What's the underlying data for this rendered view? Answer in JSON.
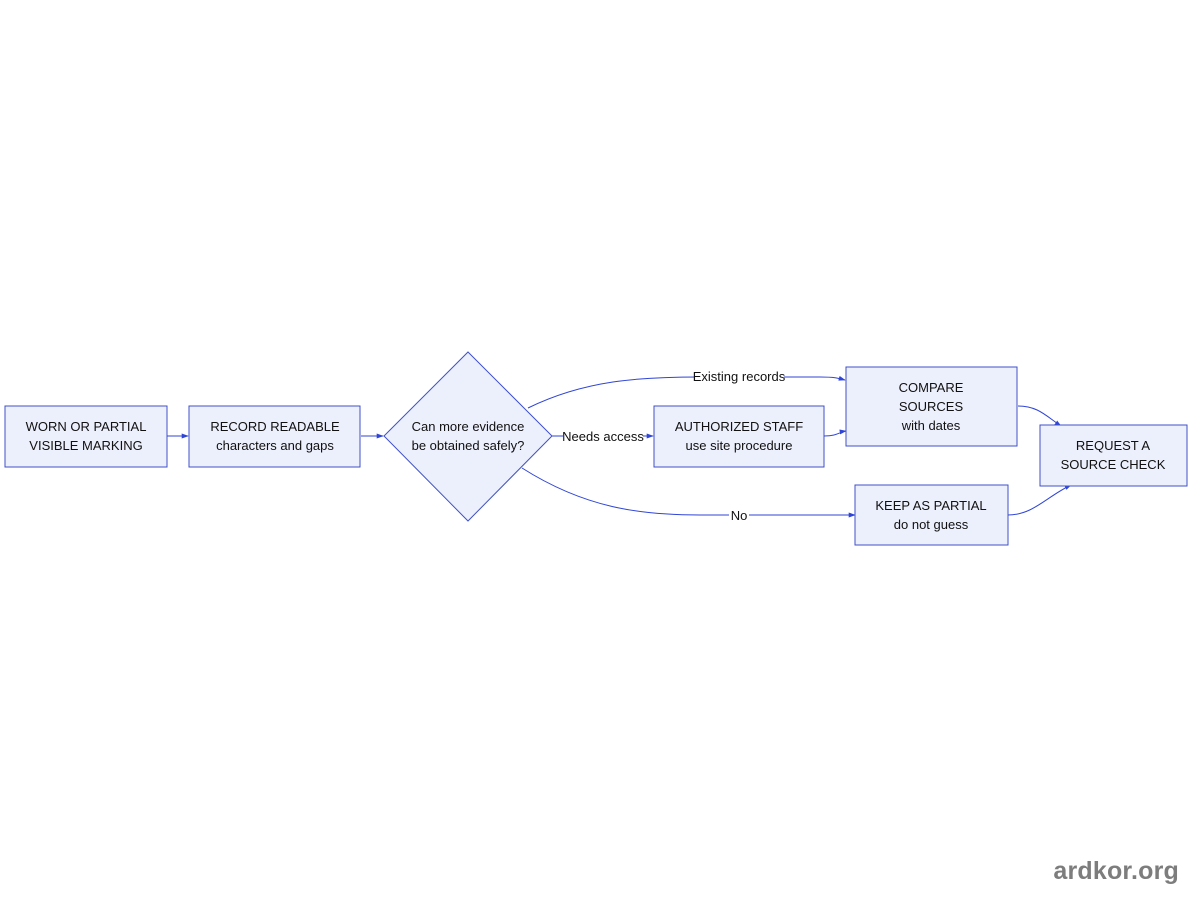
{
  "nodes": {
    "worn": {
      "line1": "WORN OR PARTIAL",
      "line2": "VISIBLE MARKING"
    },
    "record": {
      "line1": "RECORD READABLE",
      "line2": "characters and gaps"
    },
    "decision": {
      "line1": "Can more evidence",
      "line2": "be obtained safely?"
    },
    "authorized": {
      "line1": "AUTHORIZED STAFF",
      "line2": "use site procedure"
    },
    "compare": {
      "line1": "COMPARE",
      "line2": "SOURCES",
      "line3": "with dates"
    },
    "keep": {
      "line1": "KEEP AS PARTIAL",
      "line2": "do not guess"
    },
    "request": {
      "line1": "REQUEST A",
      "line2": "SOURCE CHECK"
    }
  },
  "edges": {
    "existing_records": "Existing records",
    "needs_access": "Needs access",
    "no": "No"
  },
  "watermark": "ardkor.org",
  "colors": {
    "node_fill": "#ECEFFC",
    "node_stroke": "#3F51C8",
    "edge": "#2F45D6",
    "watermark": "#7d7d7d"
  }
}
